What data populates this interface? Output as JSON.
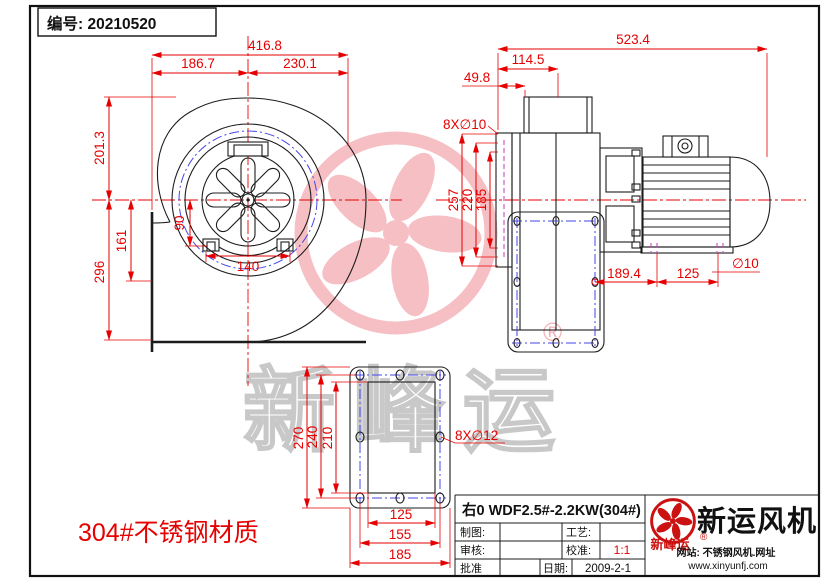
{
  "header": {
    "serial": "编号: 20210520"
  },
  "colors": {
    "dimension_red": "#e60000",
    "bolt_circle_blue": "#4646e8",
    "flange_magenta": "#c44ac4",
    "watermark_pink": "#f5bfc4",
    "watermark_gray": "#c8c8c8",
    "logo_red": "#cc1111"
  },
  "front_view": {
    "d416": "416.8",
    "d186": "186.7",
    "d230": "230.1",
    "d201": "201.3",
    "d296": "296",
    "d161": "161",
    "d90": "90",
    "d140": "140"
  },
  "side_view": {
    "d523": "523.4",
    "d114": "114.5",
    "d49": "49.8",
    "holes_outlet": "8X∅10",
    "d257": "257",
    "d220": "220",
    "d185": "185",
    "d189": "189.4",
    "d125": "125",
    "dia10": "∅10"
  },
  "flange_view": {
    "d270": "270",
    "d240": "240",
    "d210": "210",
    "holes": "8X∅12",
    "d125": "125",
    "d155": "155",
    "d185": "185"
  },
  "notes": {
    "material": "304#不锈钢材质"
  },
  "watermark": {
    "text": "新峰运",
    "registered": "®"
  },
  "title_block": {
    "model": "右0 WDF2.5#-2.2KW(304#)",
    "drawn": "制图:",
    "checked": "审核:",
    "approved": "批准",
    "process": "工艺:",
    "scale_label": "校准:",
    "scale": "1:1",
    "date_label": "日期:",
    "date": "2009-2-1",
    "company": "新运风机",
    "brand": "新峰运",
    "brand_reg": "®",
    "site1": "网站: 不锈钢风机.网址",
    "site2": "www.xinyunfj.com"
  }
}
